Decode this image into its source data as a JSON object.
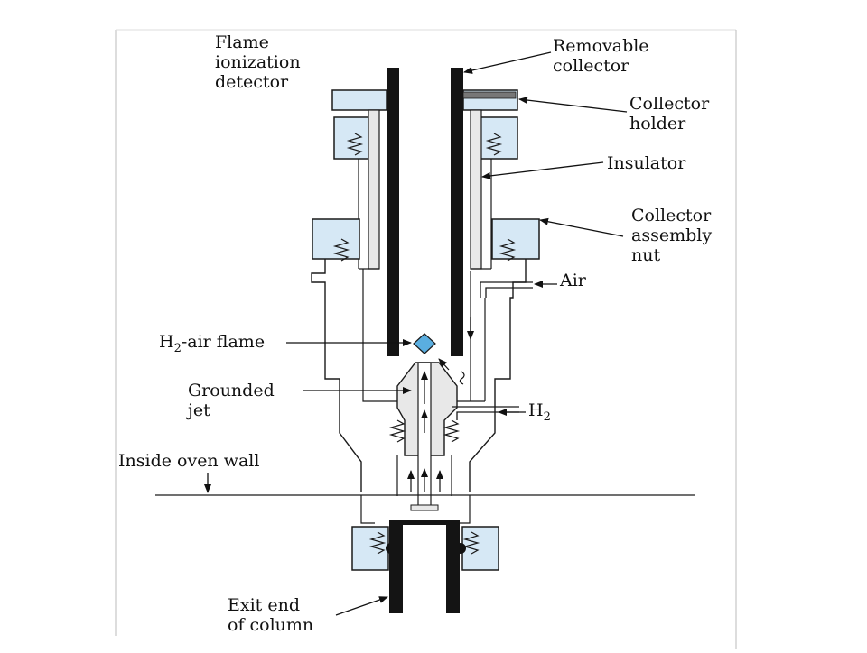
{
  "labels": {
    "fid_line1": "Flame",
    "fid_line2": "ionization",
    "fid_line3": "detector",
    "removable_line1": "Removable",
    "removable_line2": "collector",
    "holder_line1": "Collector",
    "holder_line2": "holder",
    "insulator": "Insulator",
    "nut_line1": "Collector",
    "nut_line2": "assembly",
    "nut_line3": "nut",
    "air": "Air",
    "flame_h": "H",
    "flame_sub": "2",
    "flame_rest": "-air flame",
    "grounded_line1": "Grounded",
    "grounded_line2": "jet",
    "h2_h": "H",
    "h2_sub": "2",
    "oven": "Inside oven wall",
    "exit_line1": "Exit end",
    "exit_line2": "of column"
  },
  "colors": {
    "metal_fill": "#d6e8f5",
    "inner_fill": "#e8e8e8",
    "collector": "#141414",
    "flame": "#5aaee0",
    "outline": "#1a1a1a"
  }
}
